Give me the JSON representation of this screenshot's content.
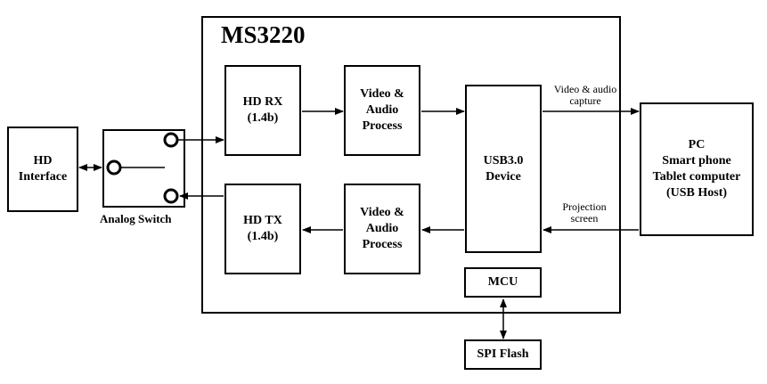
{
  "chip": {
    "title": "MS3220"
  },
  "blocks": {
    "hd_interface": "HD\nInterface",
    "hd_rx": "HD RX\n(1.4b)",
    "video_audio_in": "Video &\nAudio\nProcess",
    "usb": "USB3.0\nDevice",
    "host": "PC\nSmart phone\nTablet computer\n(USB Host)",
    "hd_tx": "HD TX\n(1.4b)",
    "video_audio_out": "Video &\nAudio\nProcess",
    "mcu": "MCU",
    "spi": "SPI Flash"
  },
  "labels": {
    "analog_switch": "Analog Switch",
    "capture": "Video & audio\ncapture",
    "projection": "Projection\nscreen"
  }
}
